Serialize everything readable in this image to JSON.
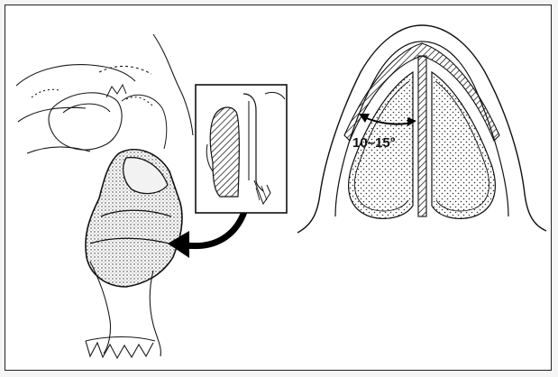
{
  "figure": {
    "angle_label": "10–15°",
    "colors": {
      "line": "#1a1a1a",
      "frame": "#222222",
      "background": "#ffffff"
    },
    "panels": [
      "skull-implant-illustration",
      "inset-detail",
      "nasal-cross-section"
    ]
  }
}
